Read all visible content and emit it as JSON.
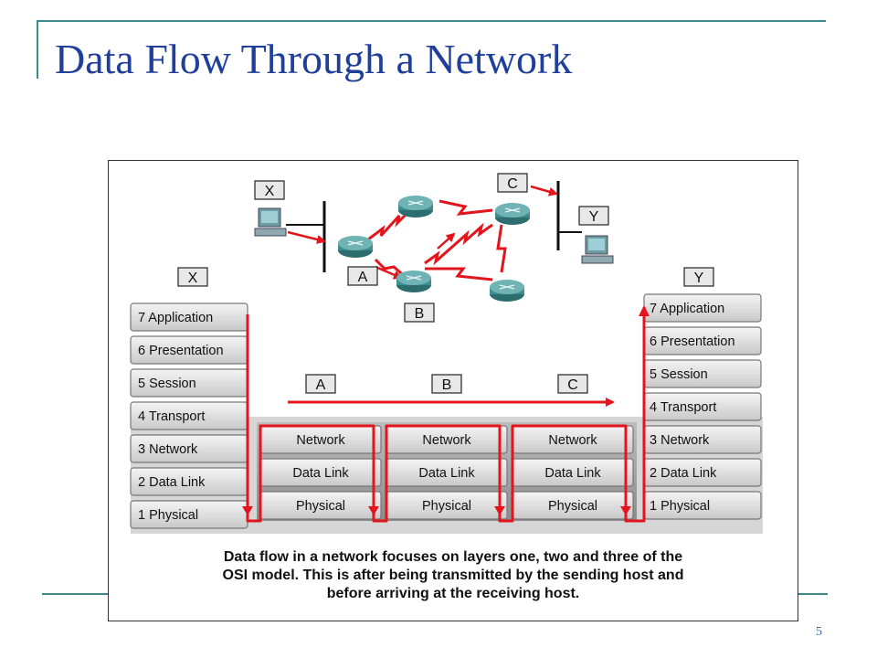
{
  "slide": {
    "title": "Data Flow Through a Network",
    "page_number": "5",
    "colors": {
      "accent": "#3a8a8a",
      "title": "#1f3f9a",
      "flow": "#e3141c",
      "router": "#3d8c8f"
    }
  },
  "diagram": {
    "topology": {
      "labels": {
        "x": "X",
        "y": "Y",
        "a": "A",
        "b": "B",
        "c": "C"
      },
      "icons": [
        "pc-icon",
        "router-icon",
        "hub-icon"
      ]
    },
    "host_x": {
      "label": "X",
      "layers": [
        "7 Application",
        "6 Presentation",
        "5 Session",
        "4 Transport",
        "3 Network",
        "2 Data Link",
        "1 Physical"
      ]
    },
    "host_y": {
      "label": "Y",
      "layers": [
        "7 Application",
        "6 Presentation",
        "5 Session",
        "4 Transport",
        "3 Network",
        "2 Data Link",
        "1 Physical"
      ]
    },
    "routers": [
      {
        "label": "A",
        "layers": [
          "Network",
          "Data Link",
          "Physical"
        ]
      },
      {
        "label": "B",
        "layers": [
          "Network",
          "Data Link",
          "Physical"
        ]
      },
      {
        "label": "C",
        "layers": [
          "Network",
          "Data Link",
          "Physical"
        ]
      }
    ],
    "caption": [
      "Data flow in a network focuses on layers one, two and three of the",
      "OSI model. This is after being transmitted by the sending host and",
      "before arriving at the receiving host."
    ]
  }
}
